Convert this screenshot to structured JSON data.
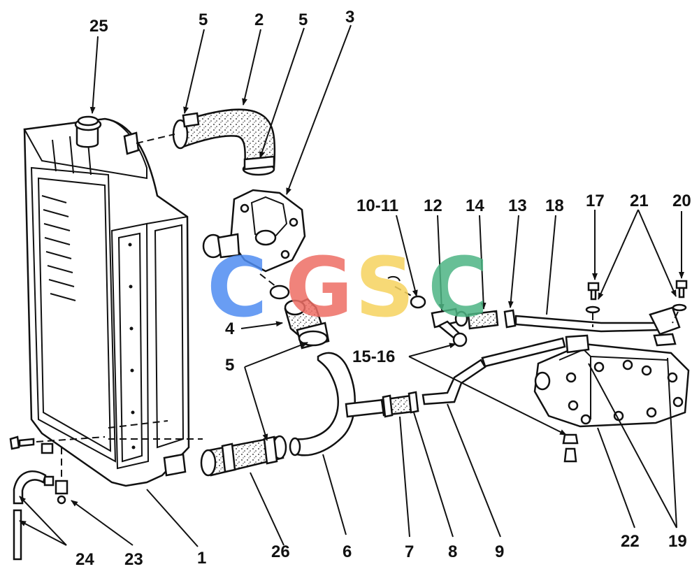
{
  "diagram": {
    "callouts": [
      "25",
      "5",
      "2",
      "5",
      "3",
      "10-11",
      "12",
      "14",
      "13",
      "18",
      "17",
      "21",
      "20",
      "4",
      "5",
      "15-16",
      "24",
      "23",
      "1",
      "26",
      "6",
      "7",
      "8",
      "9",
      "22",
      "19"
    ]
  },
  "watermark": {
    "letters": [
      "C",
      "G",
      "S",
      "C"
    ],
    "colors": [
      "#4f8df2",
      "#ee6e65",
      "#f6d35f",
      "#4db584"
    ]
  }
}
